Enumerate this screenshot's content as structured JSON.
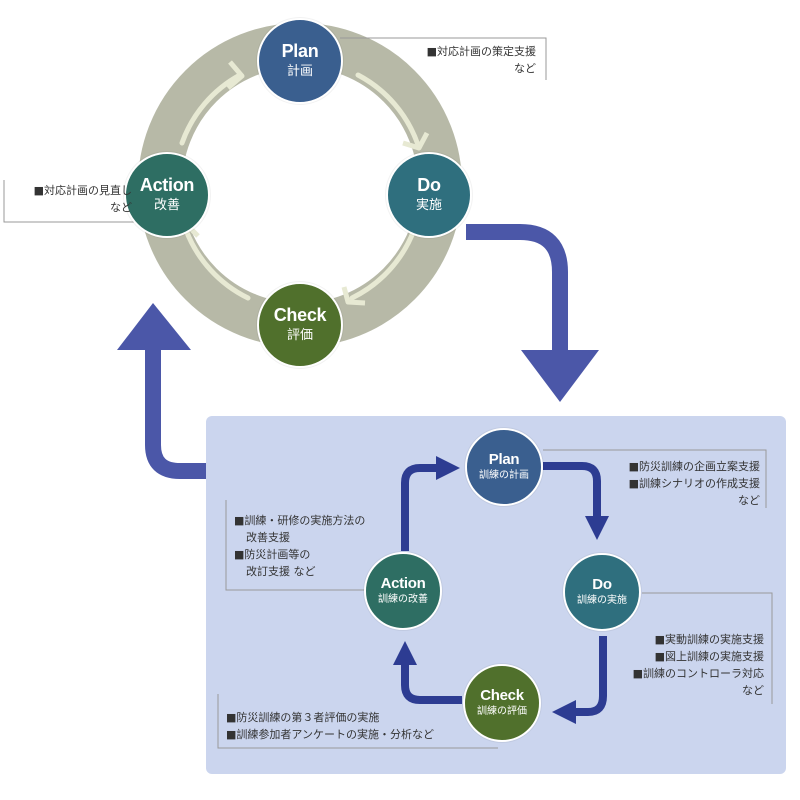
{
  "top_cycle": {
    "plan": {
      "en": "Plan",
      "ja": "計画"
    },
    "do": {
      "en": "Do",
      "ja": "実施"
    },
    "check": {
      "en": "Check",
      "ja": "評価"
    },
    "action": {
      "en": "Action",
      "ja": "改善"
    },
    "plan_note": [
      "■対応計画の策定支援",
      "など"
    ],
    "action_note": [
      "■対応計画の見直し",
      "など"
    ]
  },
  "bottom_cycle": {
    "plan": {
      "en": "Plan",
      "ja": "訓練の計画"
    },
    "do": {
      "en": "Do",
      "ja": "訓練の実施"
    },
    "check": {
      "en": "Check",
      "ja": "訓練の評価"
    },
    "action": {
      "en": "Action",
      "ja": "訓練の改善"
    },
    "plan_note": [
      "■防災訓練の企画立案支援",
      "■訓練シナリオの作成支援",
      "など"
    ],
    "do_note": [
      "■実動訓練の実施支援",
      "■図上訓練の実施支援",
      "■訓練のコントローラ対応",
      "など"
    ],
    "check_note": [
      "■防災訓練の第３者評価の実施",
      "■訓練参加者アンケートの実施・分析など"
    ],
    "action_note": [
      "■訓練・研修の実施方法の",
      "改善支援",
      "■防災計画等の",
      "改訂支援 など"
    ]
  },
  "colors": {
    "ring": "#b7b9a7",
    "ring_arrow": "#e6e8d2",
    "connector": "#4b57a8",
    "panel": "#cbd5ee",
    "plan": "#3a5f8f",
    "do": "#2f6f7e",
    "action": "#2e6e63",
    "check": "#50702c"
  }
}
